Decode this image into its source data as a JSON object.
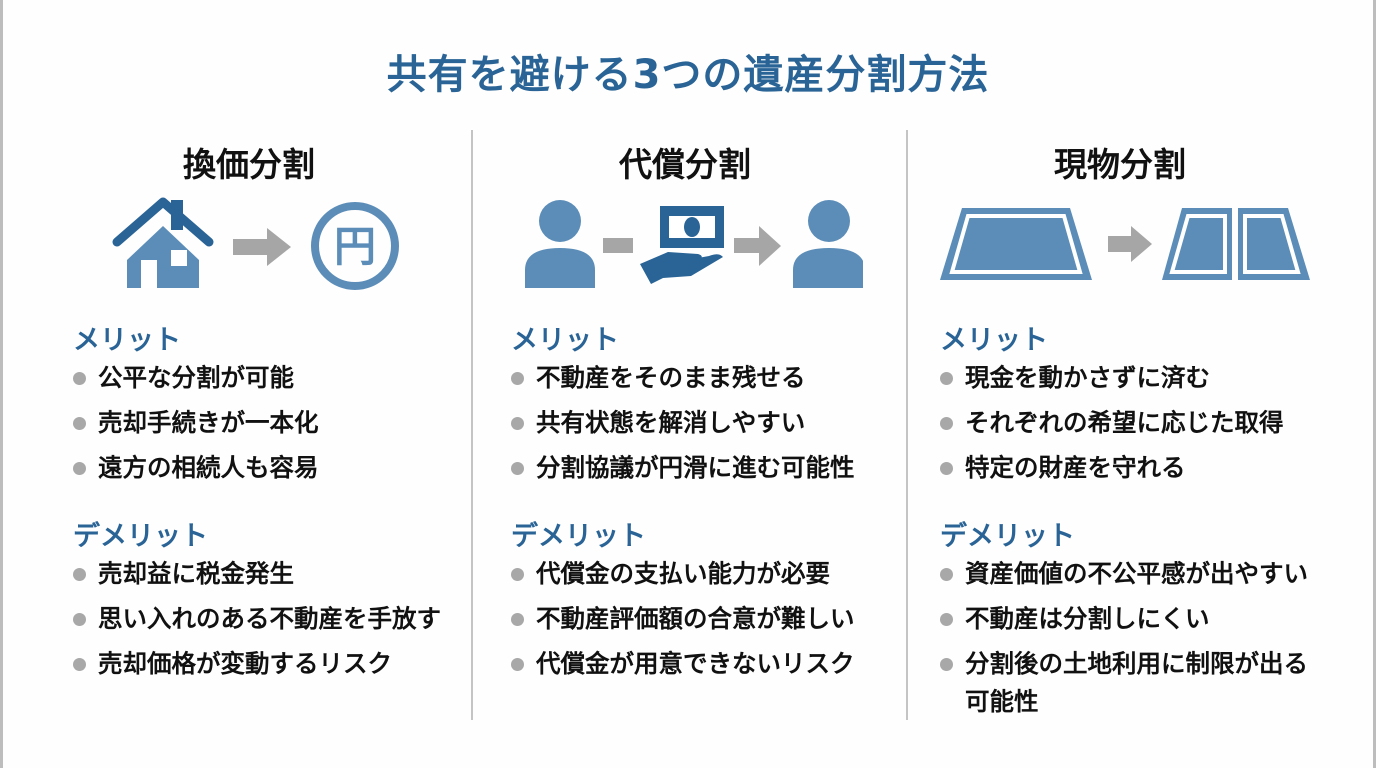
{
  "title": "共有を避ける3つの遺産分割方法",
  "colors": {
    "accent": "#2a6496",
    "icon_fill": "#5b8db8",
    "icon_dark": "#2a6496",
    "arrow": "#a6a6a6",
    "bullet": "#a8a8a8",
    "text": "#111111",
    "divider": "#c4c4c4"
  },
  "columns": [
    {
      "title": "換価分割",
      "icons": [
        "house-icon",
        "arrow-right-icon",
        "yen-circle-icon"
      ],
      "yen_glyph": "円",
      "merits_label": "メリット",
      "merits": [
        "公平な分割が可能",
        "売却手続きが一本化",
        "遠方の相続人も容易"
      ],
      "demerits_label": "デメリット",
      "demerits": [
        "売却益に税金発生",
        "思い入れのある不動産を手放す",
        "売却価格が変動するリスク"
      ]
    },
    {
      "title": "代償分割",
      "icons": [
        "person-icon",
        "connector-bar-icon",
        "hand-money-icon",
        "arrow-right-icon",
        "person-icon"
      ],
      "merits_label": "メリット",
      "merits": [
        "不動産をそのまま残せる",
        "共有状態を解消しやすい",
        "分割協議が円滑に進む可能性"
      ],
      "demerits_label": "デメリット",
      "demerits": [
        "代償金の支払い能力が必要",
        "不動産評価額の合意が難しい",
        "代償金が用意できないリスク"
      ]
    },
    {
      "title": "現物分割",
      "icons": [
        "land-plot-icon",
        "arrow-right-icon",
        "split-land-plot-icon"
      ],
      "merits_label": "メリット",
      "merits": [
        "現金を動かさずに済む",
        "それぞれの希望に応じた取得",
        "特定の財産を守れる"
      ],
      "demerits_label": "デメリット",
      "demerits": [
        "資産価値の不公平感が出やすい",
        "不動産は分割しにくい",
        "分割後の土地利用に制限が出る可能性"
      ]
    }
  ]
}
